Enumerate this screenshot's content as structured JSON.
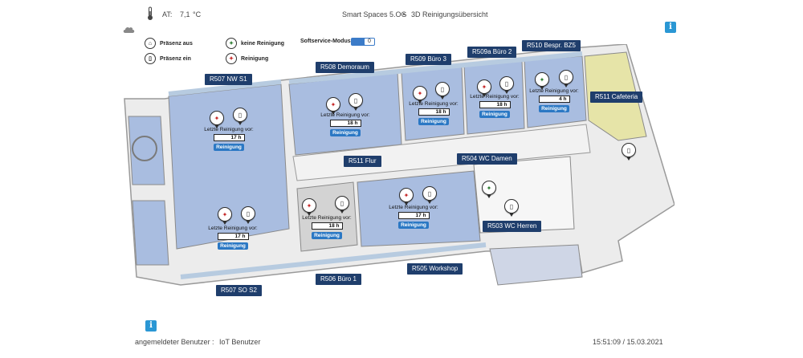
{
  "header": {
    "at_label": "AT:",
    "temperature_value": "7,1",
    "temperature_unit": "°C",
    "space_name": "Smart Spaces 5.OG",
    "separator": "▸",
    "view_title": "3D Reinigungsübersicht"
  },
  "legend": {
    "presence_off": "Präsenz aus",
    "presence_on": "Präsenz ein",
    "no_cleaning": "keine Reinigung",
    "cleaning": "Reinigung",
    "softservice_label": "Softservice-Modus",
    "softservice_value": "0"
  },
  "rooms": {
    "r507_nw": "R507 NW S1",
    "r508": "R508 Demoraum",
    "r509": "R509 Büro 3",
    "r509a": "R509a Büro 2",
    "r510": "R510 Bespr. BZ5",
    "r511_cafe": "R511 Cafeteria",
    "r511_flur": "R511 Flur",
    "r504": "R504 WC Damen",
    "r503": "R503 WC Herren",
    "r507_so": "R507 SO S2",
    "r506": "R506 Büro 1",
    "r505": "R505 Workshop"
  },
  "cleaning_panels": [
    {
      "label": "Letzte Reinigung vor:",
      "hours": "17 h",
      "button": "Reinigung"
    },
    {
      "label": "Letzte Reinigung vor:",
      "hours": "18 h",
      "button": "Reinigung"
    },
    {
      "label": "Letzte Reinigung vor:",
      "hours": "18 h",
      "button": "Reinigung"
    },
    {
      "label": "Letzte Reinigung vor:",
      "hours": "18 h",
      "button": "Reinigung"
    },
    {
      "label": "Letzte Reinigung vor:",
      "hours": "4 h",
      "button": "Reinigung"
    },
    {
      "label": "Letzte Reinigung vor:",
      "hours": "17 h",
      "button": "Reinigung"
    },
    {
      "label": "Letzte Reinigung vor:",
      "hours": "18 h",
      "button": "Reinigung"
    },
    {
      "label": "Letzte Reinigung vor:",
      "hours": "17 h",
      "button": "Reinigung"
    }
  ],
  "footer": {
    "user_label": "angemeldeter Benutzer :",
    "user_name": "IoT Benutzer",
    "datetime": "15:51:09 / 15.03.2021"
  },
  "icons": {
    "info": "i",
    "thermometer": "thermometer-icon",
    "cloud": "cloud-icon"
  },
  "colors": {
    "room_blue": "#a9bde0",
    "cafeteria": "#e6e4a8",
    "label_bg": "#1f3e6c",
    "button_blue": "#2b78c4",
    "floor_gray": "#ececec"
  }
}
